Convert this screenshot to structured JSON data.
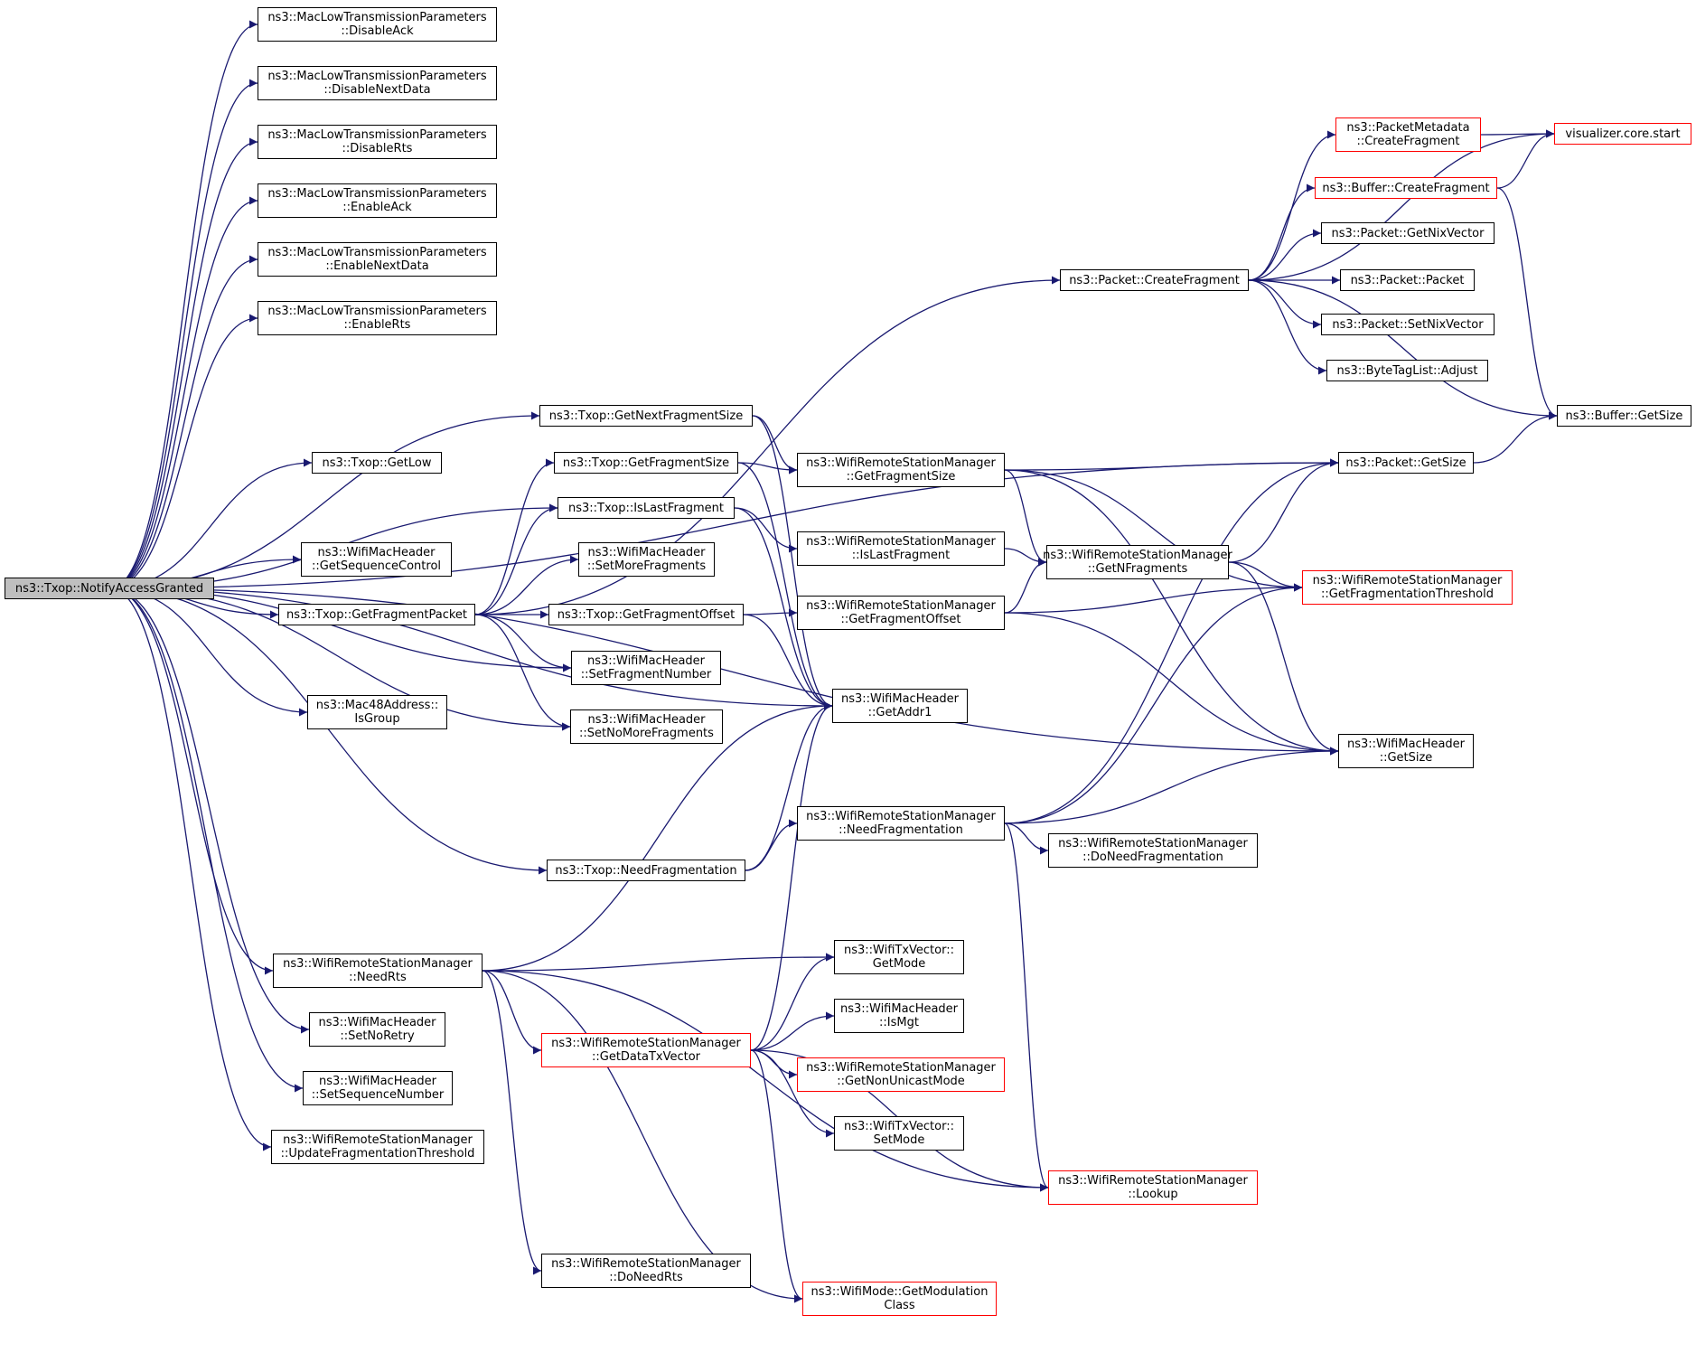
{
  "diagram": {
    "edge_color": "#191970",
    "truncated_border_color": "#ff0000",
    "root_fill": "#bfbfbf",
    "nodes": [
      {
        "id": "root",
        "lines": [
          "ns3::Txop::NotifyAccessGranted"
        ],
        "style": "root"
      },
      {
        "id": "disableAck",
        "lines": [
          "ns3::MacLowTransmissionParameters",
          "::DisableAck"
        ],
        "style": "normal"
      },
      {
        "id": "disableNextData",
        "lines": [
          "ns3::MacLowTransmissionParameters",
          "::DisableNextData"
        ],
        "style": "normal"
      },
      {
        "id": "disableRts",
        "lines": [
          "ns3::MacLowTransmissionParameters",
          "::DisableRts"
        ],
        "style": "normal"
      },
      {
        "id": "enableAck",
        "lines": [
          "ns3::MacLowTransmissionParameters",
          "::EnableAck"
        ],
        "style": "normal"
      },
      {
        "id": "enableNextData",
        "lines": [
          "ns3::MacLowTransmissionParameters",
          "::EnableNextData"
        ],
        "style": "normal"
      },
      {
        "id": "enableRts",
        "lines": [
          "ns3::MacLowTransmissionParameters",
          "::EnableRts"
        ],
        "style": "normal"
      },
      {
        "id": "getLow",
        "lines": [
          "ns3::Txop::GetLow"
        ],
        "style": "normal"
      },
      {
        "id": "getSeqCtrl",
        "lines": [
          "ns3::WifiMacHeader",
          "::GetSequenceControl"
        ],
        "style": "normal"
      },
      {
        "id": "getFragPacket",
        "lines": [
          "ns3::Txop::GetFragmentPacket"
        ],
        "style": "normal"
      },
      {
        "id": "isGroup",
        "lines": [
          "ns3::Mac48Address::",
          "IsGroup"
        ],
        "style": "normal"
      },
      {
        "id": "rsmNeedRts",
        "lines": [
          "ns3::WifiRemoteStationManager",
          "::NeedRts"
        ],
        "style": "normal"
      },
      {
        "id": "setNoRetry",
        "lines": [
          "ns3::WifiMacHeader",
          "::SetNoRetry"
        ],
        "style": "normal"
      },
      {
        "id": "setSeqNum",
        "lines": [
          "ns3::WifiMacHeader",
          "::SetSequenceNumber"
        ],
        "style": "normal"
      },
      {
        "id": "updFragThr",
        "lines": [
          "ns3::WifiRemoteStationManager",
          "::UpdateFragmentationThreshold"
        ],
        "style": "normal"
      },
      {
        "id": "getNextFragSize",
        "lines": [
          "ns3::Txop::GetNextFragmentSize"
        ],
        "style": "normal"
      },
      {
        "id": "txopGetFragSize",
        "lines": [
          "ns3::Txop::GetFragmentSize"
        ],
        "style": "normal"
      },
      {
        "id": "txopIsLastFrag",
        "lines": [
          "ns3::Txop::IsLastFragment"
        ],
        "style": "normal"
      },
      {
        "id": "setMoreFrags",
        "lines": [
          "ns3::WifiMacHeader",
          "::SetMoreFragments"
        ],
        "style": "normal"
      },
      {
        "id": "txopGetFragOffset",
        "lines": [
          "ns3::Txop::GetFragmentOffset"
        ],
        "style": "normal"
      },
      {
        "id": "setFragNum",
        "lines": [
          "ns3::WifiMacHeader",
          "::SetFragmentNumber"
        ],
        "style": "normal"
      },
      {
        "id": "setNoMoreFrags",
        "lines": [
          "ns3::WifiMacHeader",
          "::SetNoMoreFragments"
        ],
        "style": "normal"
      },
      {
        "id": "txopNeedFrag",
        "lines": [
          "ns3::Txop::NeedFragmentation"
        ],
        "style": "normal"
      },
      {
        "id": "getDataTxVector",
        "lines": [
          "ns3::WifiRemoteStationManager",
          "::GetDataTxVector"
        ],
        "style": "truncated"
      },
      {
        "id": "doNeedRts",
        "lines": [
          "ns3::WifiRemoteStationManager",
          "::DoNeedRts"
        ],
        "style": "normal"
      },
      {
        "id": "rsmGetFragSize",
        "lines": [
          "ns3::WifiRemoteStationManager",
          "::GetFragmentSize"
        ],
        "style": "normal"
      },
      {
        "id": "rsmIsLastFrag",
        "lines": [
          "ns3::WifiRemoteStationManager",
          "::IsLastFragment"
        ],
        "style": "normal"
      },
      {
        "id": "rsmGetFragOffset",
        "lines": [
          "ns3::WifiRemoteStationManager",
          "::GetFragmentOffset"
        ],
        "style": "normal"
      },
      {
        "id": "getAddr1",
        "lines": [
          "ns3::WifiMacHeader",
          "::GetAddr1"
        ],
        "style": "normal"
      },
      {
        "id": "rsmNeedFrag",
        "lines": [
          "ns3::WifiRemoteStationManager",
          "::NeedFragmentation"
        ],
        "style": "normal"
      },
      {
        "id": "txvGetMode",
        "lines": [
          "ns3::WifiTxVector::",
          "GetMode"
        ],
        "style": "normal"
      },
      {
        "id": "isMgt",
        "lines": [
          "ns3::WifiMacHeader",
          "::IsMgt"
        ],
        "style": "normal"
      },
      {
        "id": "getNonUnicastMode",
        "lines": [
          "ns3::WifiRemoteStationManager",
          "::GetNonUnicastMode"
        ],
        "style": "truncated"
      },
      {
        "id": "txvSetMode",
        "lines": [
          "ns3::WifiTxVector::",
          "SetMode"
        ],
        "style": "normal"
      },
      {
        "id": "getModClass",
        "lines": [
          "ns3::WifiMode::GetModulation",
          "Class"
        ],
        "style": "truncated"
      },
      {
        "id": "pktCreateFrag",
        "lines": [
          "ns3::Packet::CreateFragment"
        ],
        "style": "normal"
      },
      {
        "id": "getNFrags",
        "lines": [
          "ns3::WifiRemoteStationManager",
          "::GetNFragments"
        ],
        "style": "normal"
      },
      {
        "id": "doNeedFrag",
        "lines": [
          "ns3::WifiRemoteStationManager",
          "::DoNeedFragmentation"
        ],
        "style": "normal"
      },
      {
        "id": "lookup",
        "lines": [
          "ns3::WifiRemoteStationManager",
          "::Lookup"
        ],
        "style": "truncated"
      },
      {
        "id": "pmCreateFrag",
        "lines": [
          "ns3::PacketMetadata",
          "::CreateFragment"
        ],
        "style": "truncated"
      },
      {
        "id": "bufCreateFrag",
        "lines": [
          "ns3::Buffer::CreateFragment"
        ],
        "style": "truncated"
      },
      {
        "id": "getNixVector",
        "lines": [
          "ns3::Packet::GetNixVector"
        ],
        "style": "normal"
      },
      {
        "id": "packetCtor",
        "lines": [
          "ns3::Packet::Packet"
        ],
        "style": "normal"
      },
      {
        "id": "setNixVector",
        "lines": [
          "ns3::Packet::SetNixVector"
        ],
        "style": "normal"
      },
      {
        "id": "btlAdjust",
        "lines": [
          "ns3::ByteTagList::Adjust"
        ],
        "style": "normal"
      },
      {
        "id": "pktGetSize",
        "lines": [
          "ns3::Packet::GetSize"
        ],
        "style": "normal"
      },
      {
        "id": "getFragThr",
        "lines": [
          "ns3::WifiRemoteStationManager",
          "::GetFragmentationThreshold"
        ],
        "style": "truncated"
      },
      {
        "id": "hdrGetSize",
        "lines": [
          "ns3::WifiMacHeader",
          "::GetSize"
        ],
        "style": "normal"
      },
      {
        "id": "vizStart",
        "lines": [
          "visualizer.core.start"
        ],
        "style": "truncated"
      },
      {
        "id": "bufGetSize",
        "lines": [
          "ns3::Buffer::GetSize"
        ],
        "style": "normal"
      }
    ],
    "edges": [
      [
        "root",
        "disableAck"
      ],
      [
        "root",
        "disableNextData"
      ],
      [
        "root",
        "disableRts"
      ],
      [
        "root",
        "enableAck"
      ],
      [
        "root",
        "enableNextData"
      ],
      [
        "root",
        "enableRts"
      ],
      [
        "root",
        "getLow"
      ],
      [
        "root",
        "getSeqCtrl"
      ],
      [
        "root",
        "getFragPacket"
      ],
      [
        "root",
        "isGroup"
      ],
      [
        "root",
        "rsmNeedRts"
      ],
      [
        "root",
        "setNoRetry"
      ],
      [
        "root",
        "setSeqNum"
      ],
      [
        "root",
        "updFragThr"
      ],
      [
        "root",
        "getNextFragSize"
      ],
      [
        "root",
        "txopIsLastFrag"
      ],
      [
        "root",
        "setFragNum"
      ],
      [
        "root",
        "setNoMoreFrags"
      ],
      [
        "root",
        "txopNeedFrag"
      ],
      [
        "root",
        "getAddr1"
      ],
      [
        "root",
        "pktGetSize"
      ],
      [
        "root",
        "hdrGetSize"
      ],
      [
        "getFragPacket",
        "pktCreateFrag"
      ],
      [
        "getFragPacket",
        "txopGetFragSize"
      ],
      [
        "getFragPacket",
        "txopIsLastFrag"
      ],
      [
        "getFragPacket",
        "setMoreFrags"
      ],
      [
        "getFragPacket",
        "txopGetFragOffset"
      ],
      [
        "getFragPacket",
        "setFragNum"
      ],
      [
        "getFragPacket",
        "setNoMoreFrags"
      ],
      [
        "getNextFragSize",
        "rsmGetFragSize"
      ],
      [
        "getNextFragSize",
        "getAddr1"
      ],
      [
        "txopGetFragSize",
        "rsmGetFragSize"
      ],
      [
        "txopGetFragSize",
        "getAddr1"
      ],
      [
        "txopIsLastFrag",
        "rsmIsLastFrag"
      ],
      [
        "txopIsLastFrag",
        "getAddr1"
      ],
      [
        "txopGetFragOffset",
        "rsmGetFragOffset"
      ],
      [
        "txopGetFragOffset",
        "getAddr1"
      ],
      [
        "txopNeedFrag",
        "rsmNeedFrag"
      ],
      [
        "txopNeedFrag",
        "getAddr1"
      ],
      [
        "rsmNeedRts",
        "getAddr1"
      ],
      [
        "rsmNeedRts",
        "txvGetMode"
      ],
      [
        "rsmNeedRts",
        "getDataTxVector"
      ],
      [
        "rsmNeedRts",
        "lookup"
      ],
      [
        "rsmNeedRts",
        "doNeedRts"
      ],
      [
        "rsmNeedRts",
        "getModClass"
      ],
      [
        "getDataTxVector",
        "getAddr1"
      ],
      [
        "getDataTxVector",
        "txvGetMode"
      ],
      [
        "getDataTxVector",
        "isMgt"
      ],
      [
        "getDataTxVector",
        "getNonUnicastMode"
      ],
      [
        "getDataTxVector",
        "txvSetMode"
      ],
      [
        "getDataTxVector",
        "lookup"
      ],
      [
        "getDataTxVector",
        "getModClass"
      ],
      [
        "rsmGetFragSize",
        "pktGetSize"
      ],
      [
        "rsmGetFragSize",
        "getNFrags"
      ],
      [
        "rsmGetFragSize",
        "getFragThr"
      ],
      [
        "rsmGetFragSize",
        "hdrGetSize"
      ],
      [
        "rsmIsLastFrag",
        "getNFrags"
      ],
      [
        "rsmGetFragOffset",
        "getNFrags"
      ],
      [
        "rsmGetFragOffset",
        "getFragThr"
      ],
      [
        "rsmGetFragOffset",
        "hdrGetSize"
      ],
      [
        "rsmNeedFrag",
        "pktGetSize"
      ],
      [
        "rsmNeedFrag",
        "getFragThr"
      ],
      [
        "rsmNeedFrag",
        "hdrGetSize"
      ],
      [
        "rsmNeedFrag",
        "doNeedFrag"
      ],
      [
        "rsmNeedFrag",
        "lookup"
      ],
      [
        "getNFrags",
        "pktGetSize"
      ],
      [
        "getNFrags",
        "getFragThr"
      ],
      [
        "getNFrags",
        "hdrGetSize"
      ],
      [
        "pktCreateFrag",
        "vizStart"
      ],
      [
        "pktCreateFrag",
        "pmCreateFrag"
      ],
      [
        "pktCreateFrag",
        "bufCreateFrag"
      ],
      [
        "pktCreateFrag",
        "getNixVector"
      ],
      [
        "pktCreateFrag",
        "packetCtor"
      ],
      [
        "pktCreateFrag",
        "setNixVector"
      ],
      [
        "pktCreateFrag",
        "btlAdjust"
      ],
      [
        "pktCreateFrag",
        "bufGetSize"
      ],
      [
        "pmCreateFrag",
        "vizStart"
      ],
      [
        "bufCreateFrag",
        "vizStart"
      ],
      [
        "bufCreateFrag",
        "bufGetSize"
      ],
      [
        "pktGetSize",
        "bufGetSize"
      ]
    ]
  }
}
